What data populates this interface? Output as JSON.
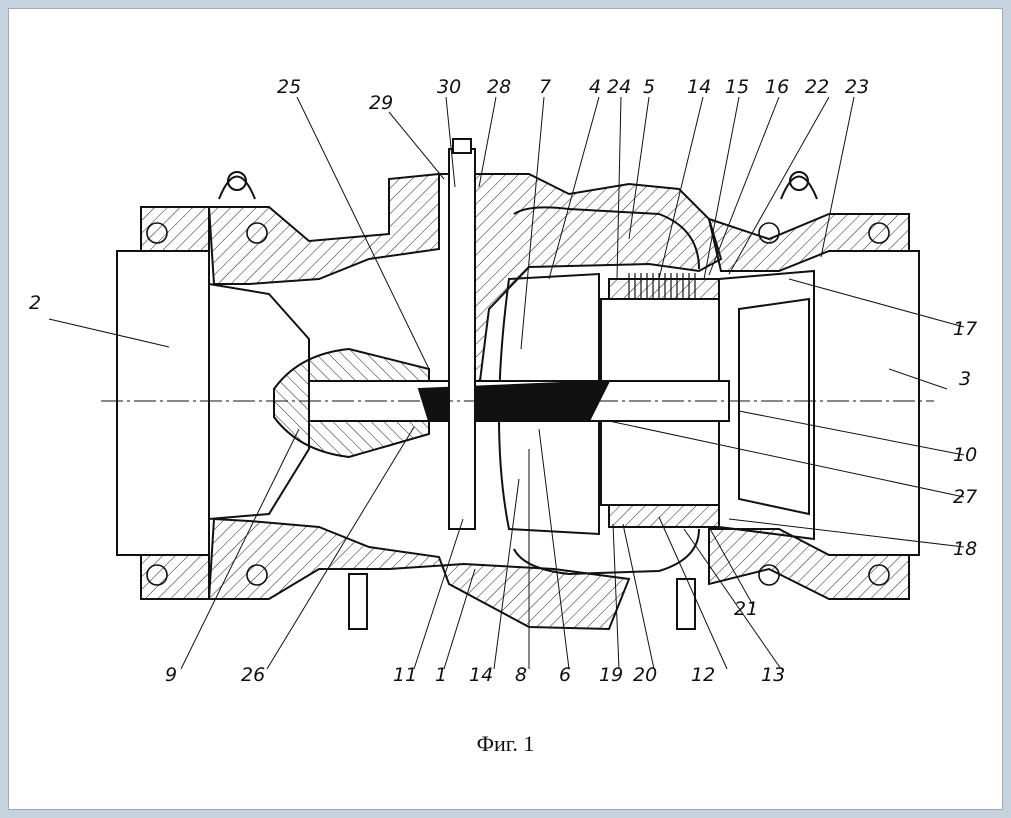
{
  "figure": {
    "caption": "Фиг. 1",
    "callouts": {
      "n1": "1",
      "n2": "2",
      "n3": "3",
      "n4": "4",
      "n5": "5",
      "n6": "6",
      "n7": "7",
      "n8": "8",
      "n9": "9",
      "n10": "10",
      "n11": "11",
      "n12": "12",
      "n13": "13",
      "n14a": "14",
      "n14b": "14",
      "n15": "15",
      "n16": "16",
      "n17": "17",
      "n18": "18",
      "n19": "19",
      "n20": "20",
      "n21": "21",
      "n22": "22",
      "n23": "23",
      "n24": "24",
      "n25": "25",
      "n26": "26",
      "n27": "27",
      "n28": "28",
      "n29": "29",
      "n30": "30"
    }
  },
  "colors": {
    "background": "#c6d3de",
    "paper": "#ffffff",
    "ink": "#111111"
  }
}
